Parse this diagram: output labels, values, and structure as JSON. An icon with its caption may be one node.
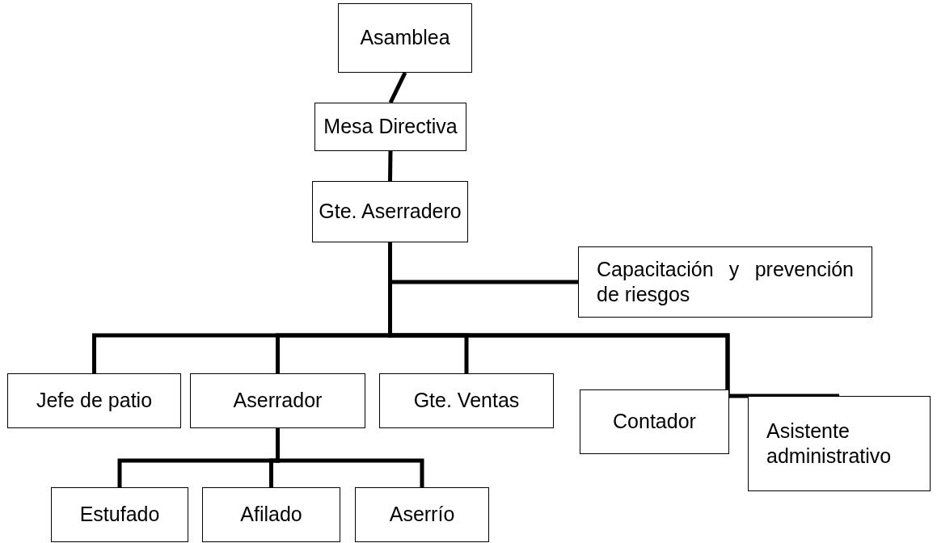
{
  "diagram": {
    "nodes": [
      {
        "text": [
          "Asamblea"
        ]
      },
      {
        "text": [
          "Mesa Directiva"
        ]
      },
      {
        "text": [
          "Gte. Aserradero"
        ]
      },
      {
        "text": [
          "Capacitación y prevención de riesgos"
        ]
      },
      {
        "text": [
          "Jefe de patio"
        ]
      },
      {
        "text": [
          "Aserrador"
        ]
      },
      {
        "text": [
          "Gte. Ventas"
        ]
      },
      {
        "text": [
          "Contador"
        ]
      },
      {
        "text": [
          "Asistente administrativo"
        ]
      },
      {
        "text": [
          "Estufado"
        ]
      },
      {
        "text": [
          "Afilado"
        ]
      },
      {
        "text": [
          "Aserrío"
        ]
      }
    ],
    "edges": [
      {
        "from": 0,
        "to": 1,
        "arrow": "none"
      },
      {
        "from": 1,
        "to": 2,
        "arrow": "none"
      },
      {
        "from": 2,
        "to": 3,
        "arrow": "none"
      },
      {
        "from": 2,
        "to": 4,
        "arrow": "none"
      },
      {
        "from": 2,
        "to": 5,
        "arrow": "none"
      },
      {
        "from": 2,
        "to": 6,
        "arrow": "none"
      },
      {
        "from": 2,
        "to": 7,
        "arrow": "none"
      },
      {
        "from": 2,
        "to": 8,
        "arrow": "none"
      },
      {
        "from": 5,
        "to": 9,
        "arrow": "none"
      },
      {
        "from": 5,
        "to": 10,
        "arrow": "none"
      },
      {
        "from": 5,
        "to": 11,
        "arrow": "none"
      }
    ]
  }
}
